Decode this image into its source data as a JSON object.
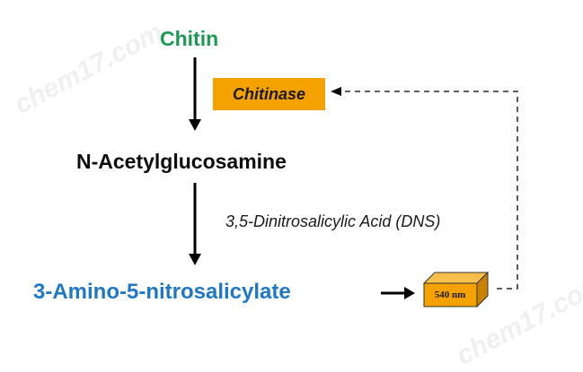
{
  "diagram": {
    "substrate": "Chitin",
    "enzyme": "Chitinase",
    "intermediate": "N-Acetylglucosamine",
    "reagent": "3,5-Dinitrosalicylic Acid (DNS)",
    "product": "3-Amino-5-nitrosalicylate",
    "measurement": "540 nm"
  },
  "watermark": "chem17.com",
  "colors": {
    "substrate": "#1a9a52",
    "enzyme_box": "#f5a200",
    "product": "#1f77c8",
    "cuvette": "#f5a200"
  }
}
